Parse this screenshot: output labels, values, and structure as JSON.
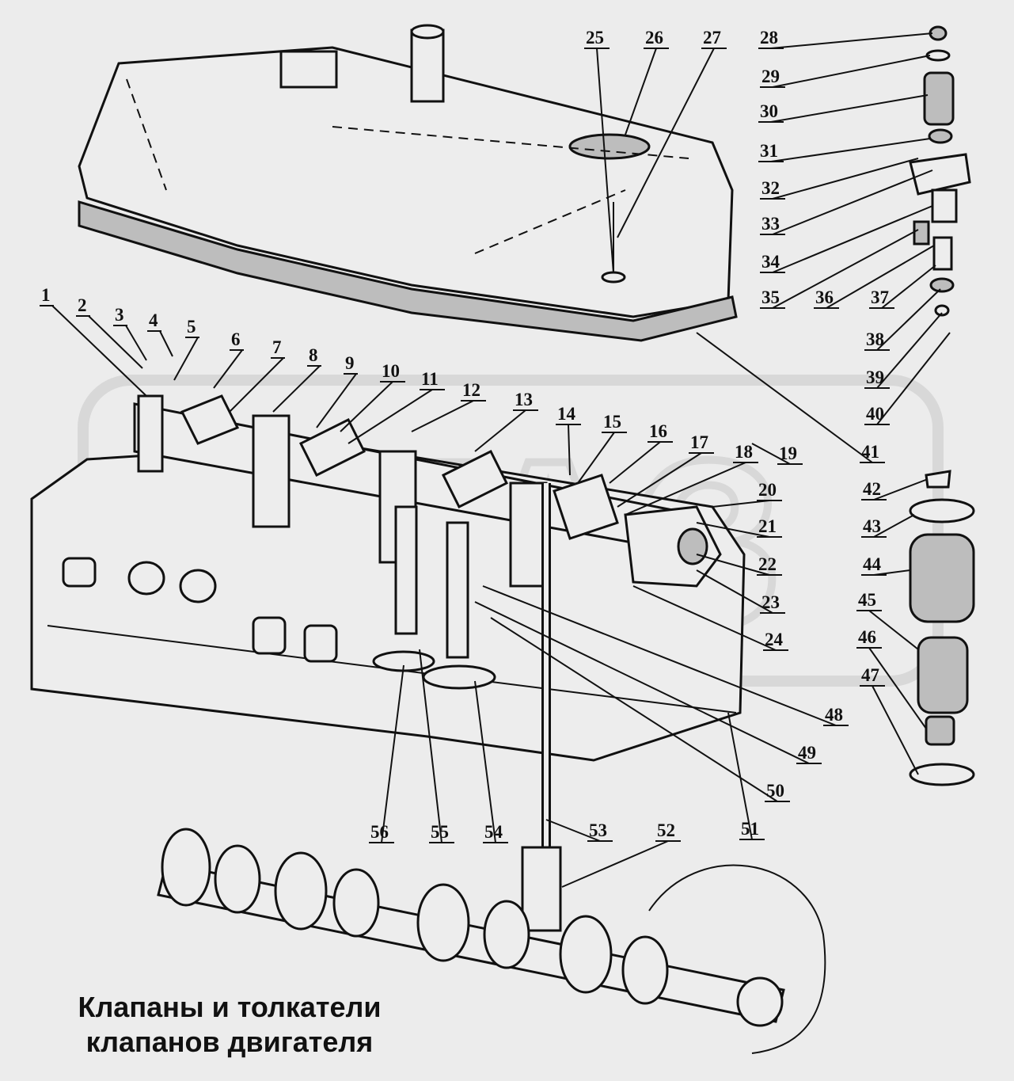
{
  "caption": {
    "line1": "Клапаны и толкатели",
    "line2": "клапанов двигателя"
  },
  "watermark": "ОГАЗ",
  "callouts": [
    "1",
    "2",
    "3",
    "4",
    "5",
    "6",
    "7",
    "8",
    "9",
    "10",
    "11",
    "12",
    "13",
    "14",
    "15",
    "16",
    "17",
    "18",
    "19",
    "20",
    "21",
    "22",
    "23",
    "24",
    "25",
    "26",
    "27",
    "28",
    "29",
    "30",
    "31",
    "32",
    "33",
    "34",
    "35",
    "36",
    "37",
    "38",
    "39",
    "40",
    "41",
    "42",
    "43",
    "44",
    "45",
    "46",
    "47",
    "48",
    "49",
    "50",
    "51",
    "52",
    "53",
    "54",
    "55",
    "56"
  ],
  "colors": {
    "ink": "#111111",
    "paper": "#ececec",
    "watermark": "#d6d6d6"
  }
}
